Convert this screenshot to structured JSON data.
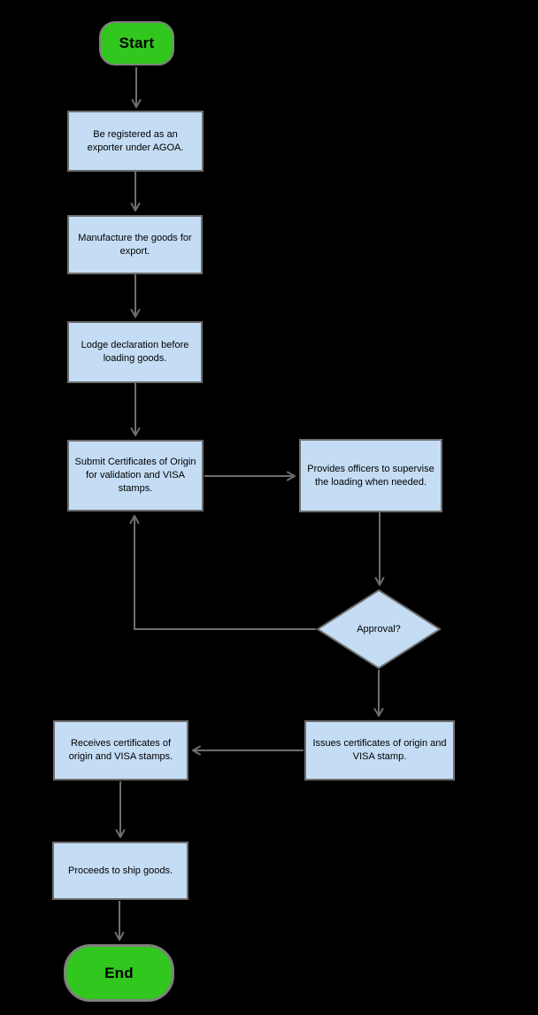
{
  "diagram": {
    "title": "AGOA export process flowchart",
    "colors": {
      "background": "#000000",
      "process_fill": "#c4ddf5",
      "terminator_fill": "#32c71e",
      "stroke": "#6e6e6e",
      "terminator_stroke": "#808080",
      "text": "#000000"
    },
    "nodes": [
      {
        "id": "start",
        "type": "terminator",
        "label": "Start"
      },
      {
        "id": "register",
        "type": "process",
        "label": "Be registered as an exporter under AGOA."
      },
      {
        "id": "manufacture",
        "type": "process",
        "label": "Manufacture the goods for export."
      },
      {
        "id": "lodge",
        "type": "process",
        "label": "Lodge declaration before loading goods."
      },
      {
        "id": "submit",
        "type": "process",
        "label": "Submit Certificates of Origin for validation and VISA stamps."
      },
      {
        "id": "provides",
        "type": "process",
        "label": "Provides officers to supervise the loading when needed."
      },
      {
        "id": "approval",
        "type": "decision",
        "label": "Approval?"
      },
      {
        "id": "issues",
        "type": "process",
        "label": "Issues certificates of origin and VISA stamp."
      },
      {
        "id": "receives",
        "type": "process",
        "label": "Receives certificates of origin and VISA stamps."
      },
      {
        "id": "ship",
        "type": "process",
        "label": "Proceeds to ship goods."
      },
      {
        "id": "end",
        "type": "terminator",
        "label": "End"
      }
    ],
    "edges": [
      {
        "from": "start",
        "to": "register"
      },
      {
        "from": "register",
        "to": "manufacture"
      },
      {
        "from": "manufacture",
        "to": "lodge"
      },
      {
        "from": "lodge",
        "to": "submit"
      },
      {
        "from": "submit",
        "to": "provides"
      },
      {
        "from": "provides",
        "to": "approval"
      },
      {
        "from": "approval",
        "to": "submit"
      },
      {
        "from": "approval",
        "to": "issues"
      },
      {
        "from": "issues",
        "to": "receives"
      },
      {
        "from": "receives",
        "to": "ship"
      },
      {
        "from": "ship",
        "to": "end"
      }
    ]
  }
}
